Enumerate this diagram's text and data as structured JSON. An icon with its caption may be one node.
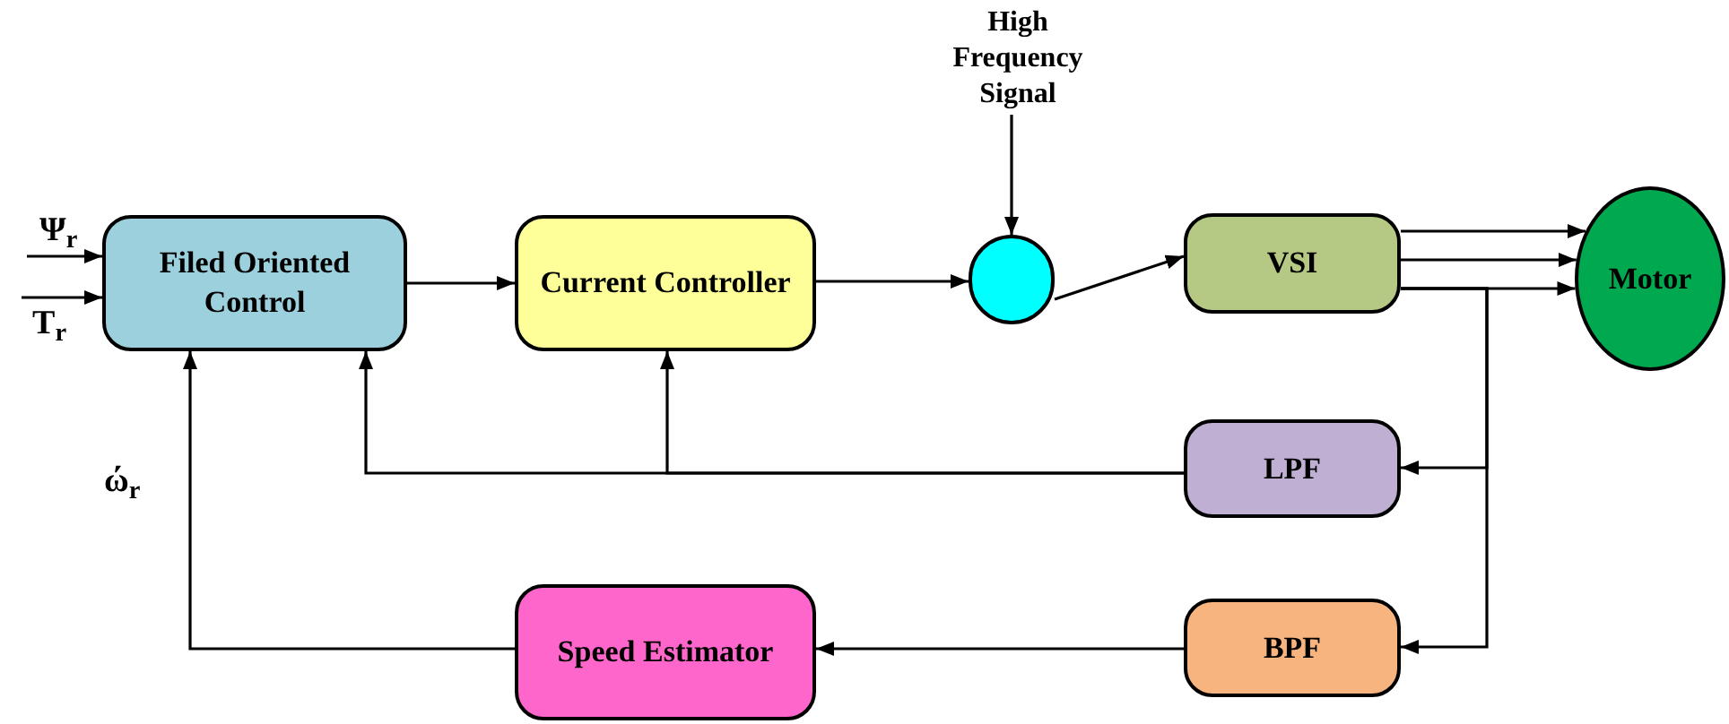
{
  "diagram": {
    "nodes": [
      {
        "text": [
          "Filed Oriented Control"
        ]
      },
      {
        "text": [
          "Current Controller"
        ]
      },
      {
        "text": [],
        "shape": "circle"
      },
      {
        "text": [
          "VSI"
        ]
      },
      {
        "text": [
          "Motor"
        ]
      },
      {
        "text": [
          "LPF"
        ]
      },
      {
        "text": [
          "BPF"
        ]
      },
      {
        "text": [
          "Speed Estimator"
        ]
      },
      {
        "text": [
          "High Frequency Signal"
        ]
      }
    ],
    "edges": [
      {
        "from": null,
        "to": 0,
        "arrow": "to"
      },
      {
        "from": null,
        "to": 0,
        "arrow": "to"
      },
      {
        "from": 0,
        "to": 1,
        "arrow": "to"
      },
      {
        "from": 1,
        "to": 2,
        "arrow": "to"
      },
      {
        "from": 8,
        "to": 2,
        "arrow": "to"
      },
      {
        "from": 2,
        "to": 3,
        "arrow": "to"
      },
      {
        "from": 3,
        "to": 4,
        "arrow": "to"
      },
      {
        "from": 3,
        "to": 4,
        "arrow": "to"
      },
      {
        "from": 3,
        "to": 4,
        "arrow": "to"
      },
      {
        "from": 3,
        "to": 5,
        "arrow": "to"
      },
      {
        "from": 3,
        "to": 6,
        "arrow": "to"
      },
      {
        "from": 5,
        "to": 0,
        "arrow": "to"
      },
      {
        "from": 5,
        "to": 1,
        "arrow": "to"
      },
      {
        "from": 6,
        "to": 7,
        "arrow": "to"
      },
      {
        "from": 7,
        "to": 0,
        "arrow": "to"
      }
    ],
    "labels": [
      "Ψ$_{r}$",
      "T$_{r}$",
      "ώ$_{r}$"
    ]
  }
}
